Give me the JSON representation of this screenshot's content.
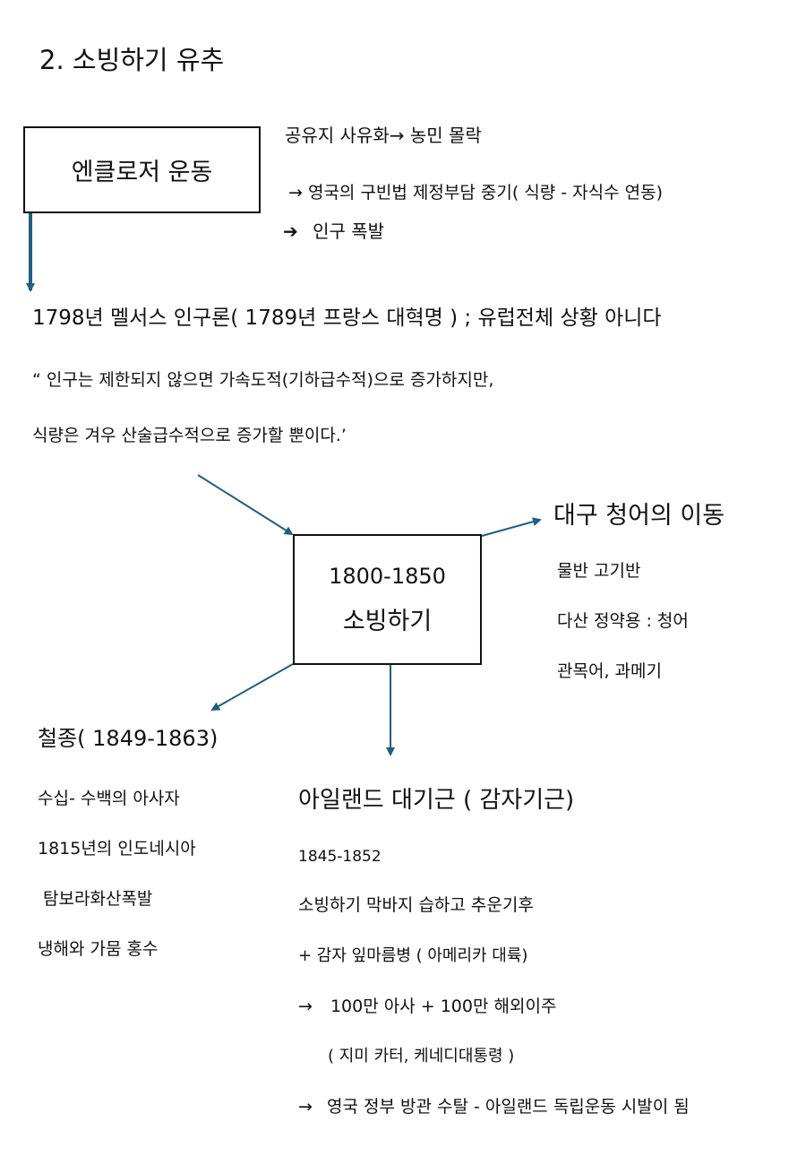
{
  "heading": "2. 소빙하기 유추",
  "enclosure": {
    "box_label": "엔클로저 운동",
    "line1": "공유지 사유화→  농민 몰락",
    "line2": "→ 영국의 구빈법 제정부담 중기( 식량 -  자식수 연동)",
    "line3_arrow": "➔",
    "line3_text": "인구 폭발"
  },
  "malthus": {
    "title": "1798년 멜서스 인구론( 1789년 프랑스 대혁명 ) ; 유럽전체 상황 아니다",
    "quote1": "“ 인구는 제한되지 않으면 가속도적(기하급수적)으로 증가하지만,",
    "quote2": "식량은 겨우 산술급수적으로 증가할 뿐이다.’"
  },
  "center_box": {
    "years": "1800-1850",
    "label": "소빙하기"
  },
  "cod": {
    "title": "대구 청어의 이동",
    "items": [
      "물반 고기반",
      "다산 정약용 :  청어",
      "관목어, 과메기"
    ]
  },
  "cheoljong": {
    "title": "철종( 1849-1863)",
    "items": [
      "수십- 수백의 아사자",
      "1815년의 인도네시아",
      " 탐보라화산폭발",
      "냉해와 가뭄 홍수"
    ]
  },
  "ireland": {
    "title": "아일랜드 대기근 ( 감자기근)",
    "years": "1845-1852",
    "line1": "소빙하기 막바지 습하고 추운기후",
    "line2": "+  감자 잎마름병 ( 아메리카 대륙)",
    "line3_arrow": "→",
    "line3_text": "100만 아사 + 100만 해외이주",
    "line4": "( 지미 카터, 케네디대통령 )",
    "line5_arrow": "→",
    "line5_text": "영국 정부 방관 수탈 -  아일랜드 독립운동 시발이 됨"
  },
  "colors": {
    "arrow": "#1f5f80",
    "text": "#111111",
    "border": "#111111"
  }
}
